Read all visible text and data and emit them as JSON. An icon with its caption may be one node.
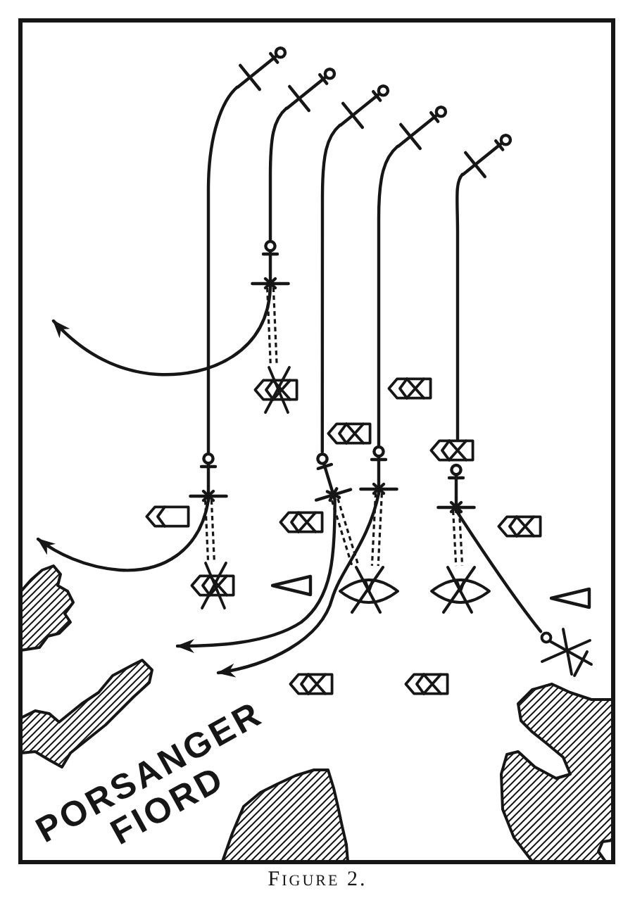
{
  "diagram": {
    "caption": "Figure 2.",
    "nodes": [
      {
        "text": [],
        "shape": "picture"
      },
      {
        "text": [],
        "shape": "picture"
      },
      {
        "text": [],
        "shape": "picture"
      },
      {
        "text": [],
        "shape": "picture"
      },
      {
        "text": [],
        "shape": "picture"
      },
      {
        "text": [],
        "shape": "picture"
      },
      {
        "text": [],
        "shape": "picture"
      },
      {
        "text": [],
        "shape": "picture"
      },
      {
        "text": [],
        "shape": "picture"
      },
      {
        "text": [],
        "shape": "picture"
      },
      {
        "text": [],
        "shape": "picture"
      },
      {
        "text": [],
        "shape": "picture"
      },
      {
        "text": [],
        "shape": "picture"
      },
      {
        "text": [],
        "shape": "picture"
      },
      {
        "text": [],
        "shape": "picture"
      },
      {
        "text": [],
        "shape": "picture"
      },
      {
        "text": [],
        "shape": "picture"
      },
      {
        "text": [],
        "shape": "picture"
      },
      {
        "text": [],
        "shape": "picture"
      },
      {
        "text": [],
        "shape": "picture"
      },
      {
        "text": [],
        "shape": "picture"
      },
      {
        "text": [],
        "shape": "picture"
      },
      {
        "text": [],
        "shape": "picture"
      },
      {
        "text": [],
        "shape": "picture"
      },
      {
        "text": [],
        "shape": "picture"
      }
    ],
    "edges": [
      {
        "from": 0,
        "to": 10,
        "arrow": "none"
      },
      {
        "from": 1,
        "to": 5,
        "arrow": "none"
      },
      {
        "from": 2,
        "to": 11,
        "arrow": "none"
      },
      {
        "from": 3,
        "to": 12,
        "arrow": "none"
      },
      {
        "from": 4,
        "to": 9,
        "arrow": "none"
      },
      {
        "from": 5,
        "to": 6,
        "arrow": "none",
        "style": "dashed"
      },
      {
        "from": 5,
        "to": null,
        "arrow": "to"
      },
      {
        "from": 10,
        "to": 17,
        "arrow": "none",
        "style": "dashed"
      },
      {
        "from": 10,
        "to": null,
        "arrow": "to"
      },
      {
        "from": 11,
        "to": 19,
        "arrow": "none",
        "style": "dashed"
      },
      {
        "from": 11,
        "to": null,
        "arrow": "to"
      },
      {
        "from": 12,
        "to": 19,
        "arrow": "none",
        "style": "dashed"
      },
      {
        "from": 12,
        "to": null,
        "arrow": "to"
      },
      {
        "from": 13,
        "to": 20,
        "arrow": "none",
        "style": "dashed"
      },
      {
        "from": 13,
        "to": 22,
        "arrow": "none"
      }
    ],
    "labels": [
      "PORSANGER FIORD"
    ]
  }
}
